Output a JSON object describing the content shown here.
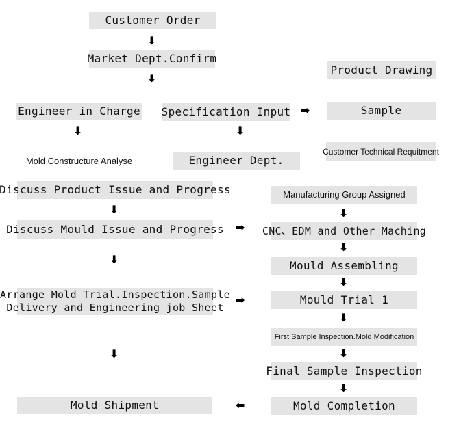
{
  "nodes": {
    "customer_order": "Customer Order",
    "market_confirm": "Market Dept.Confirm",
    "product_drawing": "Product Drawing",
    "engineer_in_charge": "Engineer in Charge",
    "specification_input": "Specification Input",
    "sample": "Sample",
    "mold_constructure": "Mold Constructure Analyse",
    "engineer_dept": "Engineer Dept.",
    "customer_technical": "Customer Technical Requitment",
    "discuss_product": "Discuss Product Issue and Progress",
    "manufacturing_group": "Manufacturing Group Assigned",
    "discuss_mould": "Discuss Mould Issue and Progress",
    "cnc_edm": "CNC、EDM and Other Maching",
    "mould_assembling": "Mould Assembling",
    "arrange_line1": "Arrange Mold Trial.Inspection.Sample",
    "arrange_line2": "Delivery and Engineering job Sheet",
    "mould_trial": "Mould Trial 1",
    "first_sample": "First Sample Inspection.Mold Modification",
    "final_sample": "Final Sample Inspection",
    "mold_shipment": "Mold Shipment",
    "mold_completion": "Mold Completion"
  },
  "arrows": {
    "down": "⬇",
    "right": "➡",
    "left": "⬅"
  },
  "colors": {
    "box_fill": "#e4e4e4",
    "text": "#111111",
    "arrow": "#000000"
  }
}
